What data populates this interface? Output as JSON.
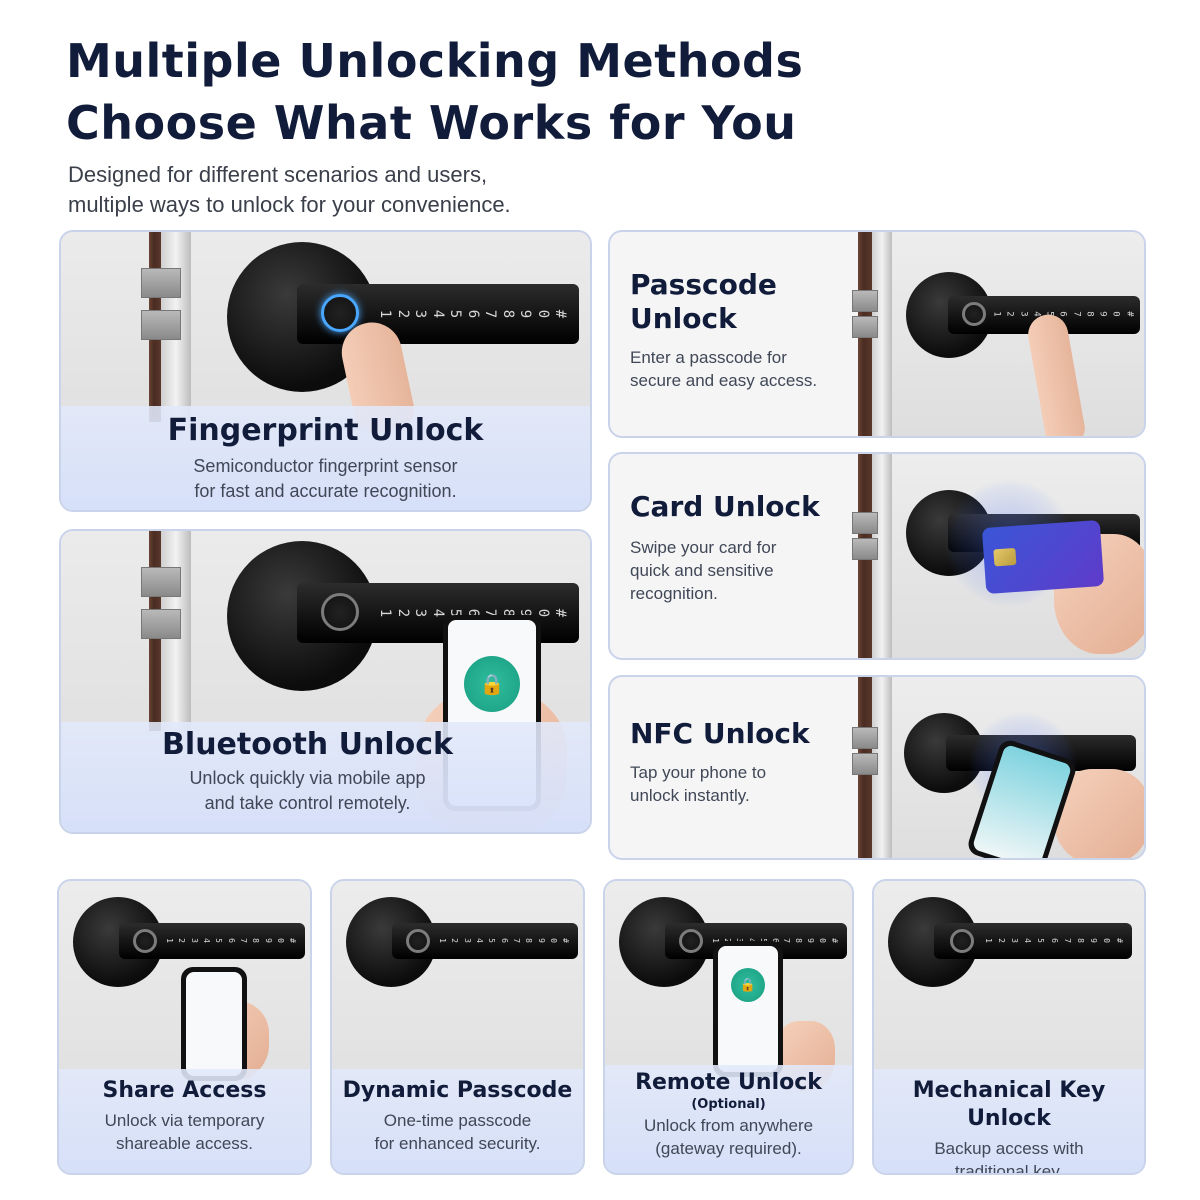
{
  "header": {
    "title_line1": "Multiple Unlocking Methods",
    "title_line2": "Choose What Works for You",
    "subtitle_line1": "Designed for different scenarios and users,",
    "subtitle_line2": "multiple ways to unlock for your convenience."
  },
  "keypad_digits": [
    "1",
    "2",
    "3",
    "4",
    "5",
    "6",
    "7",
    "8",
    "9",
    "0",
    "#"
  ],
  "methods": {
    "fingerprint": {
      "title": "Fingerprint Unlock",
      "desc_line1": "Semiconductor fingerprint sensor",
      "desc_line2": "for fast and accurate recognition."
    },
    "bluetooth": {
      "title": "Bluetooth Unlock",
      "desc_line1": "Unlock quickly via mobile app",
      "desc_line2": "and take control remotely."
    },
    "passcode": {
      "title_line1": "Passcode",
      "title_line2": "Unlock",
      "desc_line1": "Enter a passcode for",
      "desc_line2": "secure and easy access."
    },
    "card": {
      "title": "Card Unlock",
      "desc_line1": "Swipe your card for",
      "desc_line2": "quick and sensitive",
      "desc_line3": "recognition."
    },
    "nfc": {
      "title": "NFC Unlock",
      "desc_line1": "Tap your phone to",
      "desc_line2": "unlock instantly."
    },
    "share": {
      "title": "Share Access",
      "desc_line1": "Unlock via temporary",
      "desc_line2": "shareable access."
    },
    "dynamic": {
      "title": "Dynamic Passcode",
      "desc_line1": "One-time passcode",
      "desc_line2": "for enhanced security."
    },
    "remote": {
      "title": "Remote Unlock",
      "note": "(Optional)",
      "desc_line1": "Unlock from anywhere",
      "desc_line2": "(gateway required)."
    },
    "mechanical": {
      "title": "Mechanical Key Unlock",
      "desc_line1": "Backup access with",
      "desc_line2": "traditional key."
    }
  },
  "colors": {
    "heading": "#111b3a",
    "panel": "#d8e1f8",
    "card_border": "#c9d3ea",
    "app_accent": "#2fbf9e"
  },
  "icons": [
    "fingerprint-sensor-icon",
    "lock-icon"
  ]
}
